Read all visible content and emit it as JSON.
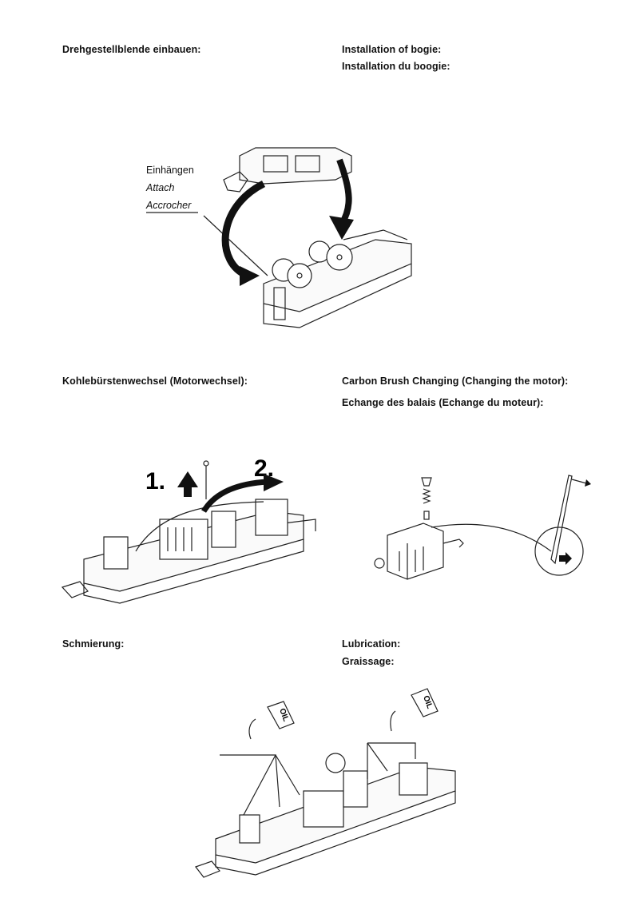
{
  "sections": {
    "bogie": {
      "de": "Drehgestellblende einbauen:",
      "en": "Installation of bogie:",
      "fr": "Installation du boogie:",
      "callout": {
        "de": "Einhängen",
        "en": "Attach",
        "fr": "Accrocher"
      }
    },
    "brush": {
      "de": "Kohlebürstenwechsel (Motorwechsel):",
      "en": "Carbon Brush Changing (Changing the motor):",
      "fr": "Echange des balais (Echange du moteur):",
      "step1": "1.",
      "step2": "2."
    },
    "lube": {
      "de": "Schmierung:",
      "en": "Lubrication:",
      "fr": "Graissage:",
      "bottle_label": "OIL"
    }
  }
}
